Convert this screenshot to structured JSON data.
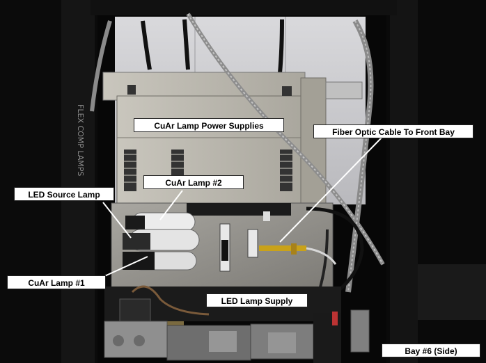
{
  "image": {
    "annotations": {
      "power_supplies": "CuAr Lamp Power Supplies",
      "fiber_cable": "Fiber Optic Cable To Front Bay",
      "led_source_lamp": "LED Source Lamp",
      "cuar_lamp_2": "CuAr Lamp #2",
      "cuar_lamp_1": "CuAr Lamp #1",
      "led_lamp_supply": "LED Lamp Supply",
      "bay_label": "Bay #6 (Side)"
    },
    "handwritten_label": "FLEX COMP LAMPS",
    "colors": {
      "label_background": "#ffffff",
      "fiber_cable": "#c9a21a",
      "panel": "#b9b6ad",
      "enclosure": "#0c0c0c"
    }
  }
}
